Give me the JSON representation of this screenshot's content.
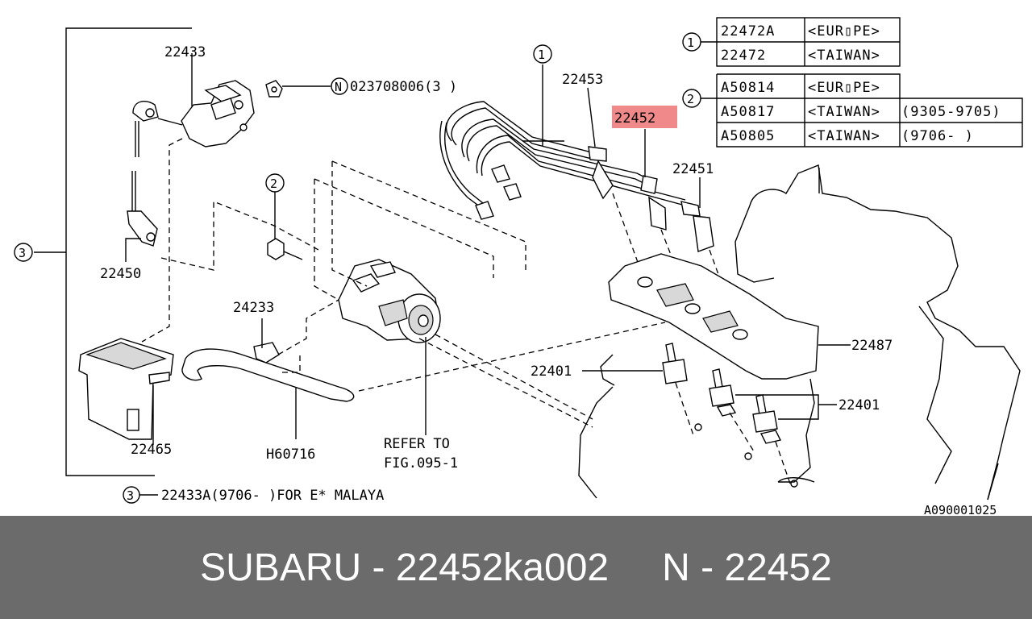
{
  "labels": {
    "p22433": "22433",
    "p22450": "22450",
    "p22465": "22465",
    "p24233": "24233",
    "h60716": "H60716",
    "p22453": "22453",
    "p22452": "22452",
    "p22451": "22451",
    "p22487": "22487",
    "p22401a": "22401",
    "p22401b": "22401",
    "nut": "023708006(3 )",
    "nut_n": "N",
    "refer1": "REFER TO",
    "refer2": "FIG.095-1",
    "note_num": "3",
    "note_text": "22433A(9706-       )FOR E* MALAYA",
    "callout1": "1",
    "callout2": "2",
    "callout2b": "2",
    "callout3": "3",
    "drawing_id": "A090001025"
  },
  "table1": {
    "num": "1",
    "rows": [
      {
        "part": "22472A",
        "region": "<EUR▯PE>"
      },
      {
        "part": "22472",
        "region": "<TAIWAN>"
      }
    ]
  },
  "table2": {
    "num": "2",
    "rows": [
      {
        "part": "A50814",
        "region": "<EUR▯PE>",
        "date": ""
      },
      {
        "part": "A50817",
        "region": "<TAIWAN>",
        "date": "(9305-9705)"
      },
      {
        "part": "A50805",
        "region": "<TAIWAN>",
        "date": "(9706-      )"
      }
    ]
  },
  "footer": {
    "left": "SUBARU - 22452ka002",
    "right": "N - 22452"
  },
  "colors": {
    "highlight": "#f08a8a",
    "footer_bg": "#6b6b6b"
  }
}
